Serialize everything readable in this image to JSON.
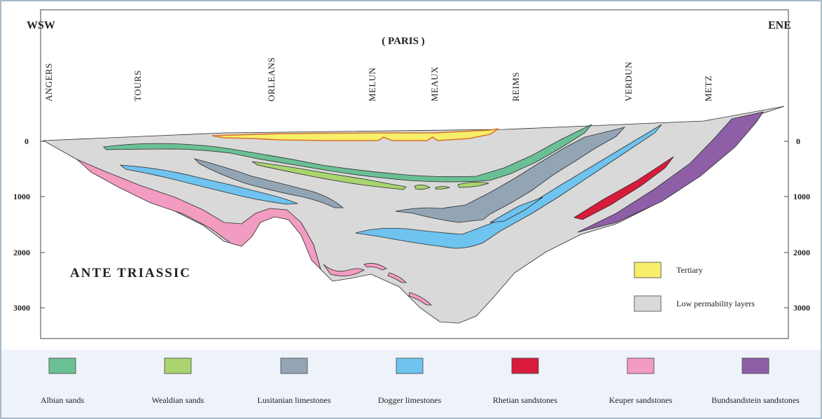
{
  "orientation": {
    "west": "WSW",
    "east": "ENE"
  },
  "paris_label": "( PARIS )",
  "cities": [
    "ANGERS",
    "TOURS",
    "ORLEANS",
    "MELUN",
    "MEAUX",
    "REIMS",
    "VERDUN",
    "METZ"
  ],
  "depth_ticks": [
    "0",
    "1000",
    "2000",
    "3000"
  ],
  "basement_label": "ANTE TRIASSIC",
  "inset_legend": [
    {
      "label": "Tertiary",
      "color": "#f7ef6a"
    },
    {
      "label": "Low permability layers",
      "color": "#d9d9d9"
    }
  ],
  "legend": [
    {
      "label": "Albian sands",
      "color": "#6bbf95"
    },
    {
      "label": "Wealdian sands",
      "color": "#a9d46e"
    },
    {
      "label": "Lusitanian limestones",
      "color": "#93a5b4"
    },
    {
      "label": "Dogger limestones",
      "color": "#6ec3ef"
    },
    {
      "label": "Rhetian sandstones",
      "color": "#d81b3b"
    },
    {
      "label": "Keuper sandstones",
      "color": "#f29cc1"
    },
    {
      "label": "Bundsandstein sandstones",
      "color": "#8e5fa6"
    }
  ],
  "colors": {
    "frame_border": "#8aa4b8",
    "bottom_band": "#eef3f9",
    "tertiary_outline": "#d9732a"
  }
}
